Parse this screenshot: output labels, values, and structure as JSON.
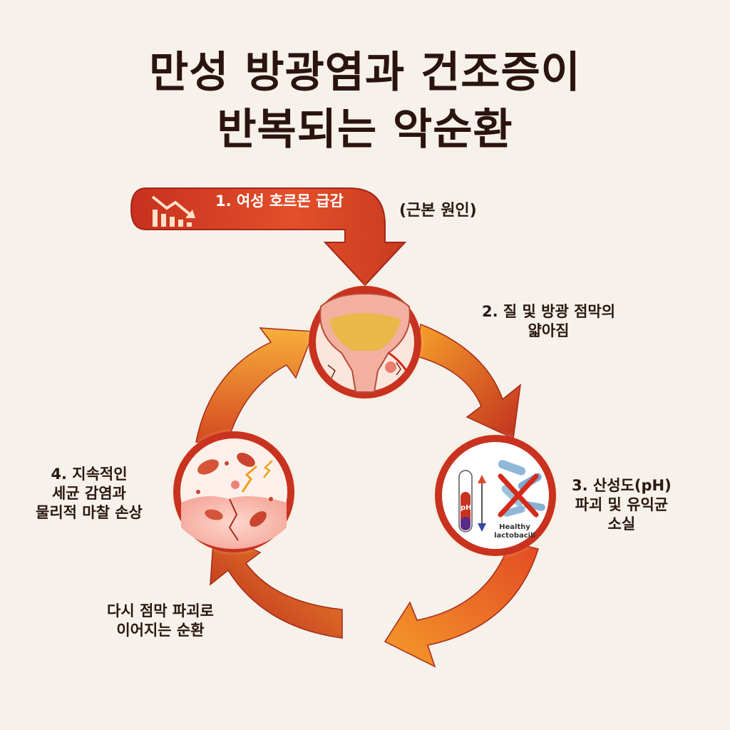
{
  "title": {
    "line1": "만성 방광염과 건조증이",
    "line2": "반복되는 악순환"
  },
  "steps": {
    "step1": {
      "label": "1. 여성 호르몬 급감",
      "note": "(근본 원인)"
    },
    "step2": {
      "line1": "2. 질 및 방광 점막의",
      "line2": "얇아짐"
    },
    "step3": {
      "line1": "3. 산성도(pH)",
      "line2": "파괴 및 유익균",
      "line3": "소실"
    },
    "step4": {
      "line1": "4. 지속적인",
      "line2": "세균 감염과",
      "line3": "물리적 마찰 손상"
    },
    "cycle": {
      "line1": "다시 점막 파괴로",
      "line2": "이어지는 순환"
    }
  },
  "icons": {
    "step1": "declining-chart-icon",
    "step2": "bladder-icon",
    "step3": "ph-test-tube-icon",
    "step4": "bacteria-icon"
  },
  "illustration_text": {
    "ph": "pH",
    "lacto_line1": "Healthy",
    "lacto_line2": "lactobacill"
  },
  "colors": {
    "background": "#f6f1ea",
    "arrow_dark": "#b8281d",
    "arrow_light": "#f6a02b",
    "circle_ring": "#c8321f"
  }
}
